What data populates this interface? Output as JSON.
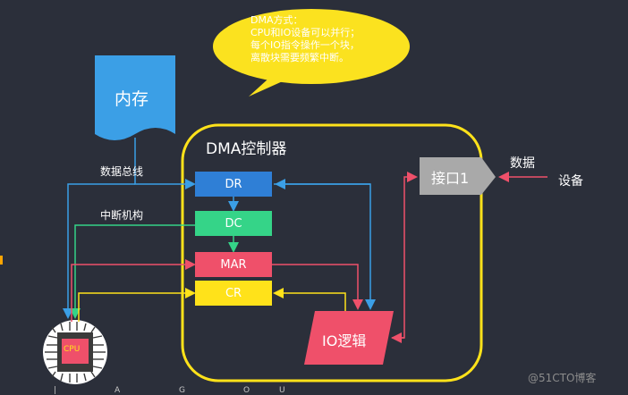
{
  "bubble": {
    "lines": [
      "DMA方式：",
      "CPU和IO设备可以并行；",
      "每个IO指令操作一个块，",
      "离散块需要频繁中断。"
    ],
    "fill": "#fbe21f"
  },
  "memory": {
    "label": "内存",
    "fill": "#3b9fe6"
  },
  "controller": {
    "title": "DMA控制器",
    "border": "#ffe21a"
  },
  "registers": {
    "dr": {
      "label": "DR",
      "fill": "#2f7fd6"
    },
    "dc": {
      "label": "DC",
      "fill": "#35d488"
    },
    "mar": {
      "label": "MAR",
      "fill": "#ef506a"
    },
    "cr": {
      "label": "CR",
      "fill": "#ffe21a"
    }
  },
  "io_logic": {
    "label": "IO逻辑",
    "fill": "#ef506a"
  },
  "interface": {
    "label": "接口1",
    "fill": "#a9a9a9"
  },
  "labels": {
    "data_bus": "数据总线",
    "interrupt": "中断机构",
    "data": "数据",
    "device": "设备"
  },
  "cpu": {
    "label": "CPU",
    "fill": "#ef506a"
  },
  "watermark": "@51CTO博客",
  "bottom_ticks": [
    "|",
    "A",
    "G",
    "O",
    "U"
  ],
  "colors": {
    "blue": "#3b9fe6",
    "green": "#35d488",
    "red": "#ef506a",
    "yellow": "#ffe21a",
    "gray": "#a9a9a9"
  }
}
